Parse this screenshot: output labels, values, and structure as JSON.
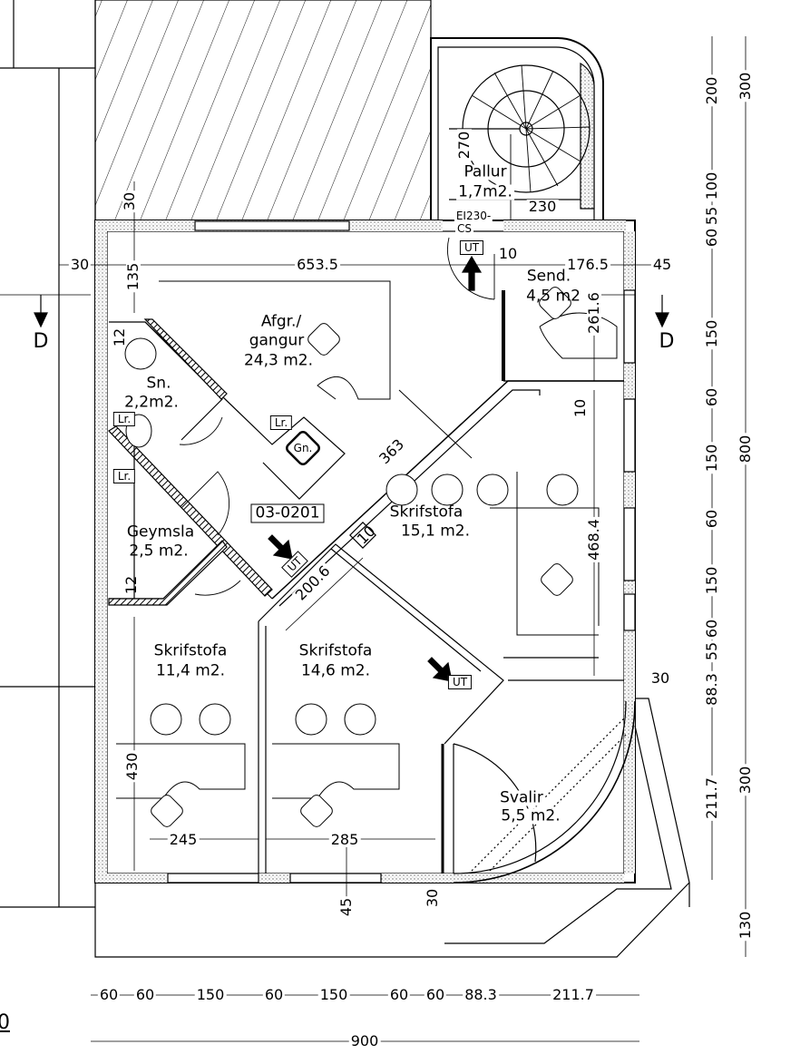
{
  "plan": {
    "room_id": "03-0201",
    "section_marker_left": "D",
    "section_marker_right": "D",
    "cut_label": "0"
  },
  "rooms": {
    "pallur": {
      "name": "Pallur",
      "area": "1,7m2."
    },
    "afgr": {
      "name_1": "Afgr./",
      "name_2": "gangur",
      "area": "24,3 m2."
    },
    "send": {
      "name": "Send.",
      "area": "4,5 m2"
    },
    "sn": {
      "name": "Sn.",
      "area": "2,2m2."
    },
    "geymsla": {
      "name": "Geymsla",
      "area": "2,5 m2."
    },
    "skrifstofa_e": {
      "name": "Skrifstofa",
      "area": "15,1 m2."
    },
    "skrifstofa_sw": {
      "name": "Skrifstofa",
      "area": "11,4 m2."
    },
    "skrifstofa_s": {
      "name": "Skrifstofa",
      "area": "14,6 m2."
    },
    "svalir": {
      "name": "Svalir",
      "area": "5,5 m2."
    }
  },
  "symbols": {
    "fire_door_1": "EI230-",
    "fire_door_2": "CS",
    "exit": "UT",
    "lr": "Lr.",
    "gn": "Gn."
  },
  "inner_dims": {
    "d30_left": "30",
    "d653": "653.5",
    "d10_top": "10",
    "d176": "176.5",
    "d45_right": "45",
    "d30_v": "30",
    "d135": "135",
    "d270": "270",
    "d230": "230",
    "d261": "261.6",
    "d12_top": "12",
    "d363": "363",
    "d10_mid": "10",
    "d10_diag": "10",
    "d12_bottom": "12",
    "d200": "200.6",
    "d468": "468.4",
    "d30_se": "30",
    "d430": "430",
    "d245": "245",
    "d285": "285",
    "d45_bottom": "45",
    "d30_bottom": "30"
  },
  "right_dims_inner": [
    "200",
    "100",
    "55",
    "60",
    "150",
    "60",
    "150",
    "60",
    "150",
    "60",
    "55",
    "88.3",
    "211.7"
  ],
  "right_dims_outer": [
    "300",
    "800",
    "300",
    "130"
  ],
  "bottom_dims_inner": [
    "60",
    "60",
    "150",
    "60",
    "150",
    "60",
    "60",
    "88.3",
    "211.7"
  ],
  "bottom_dims_outer": "900"
}
